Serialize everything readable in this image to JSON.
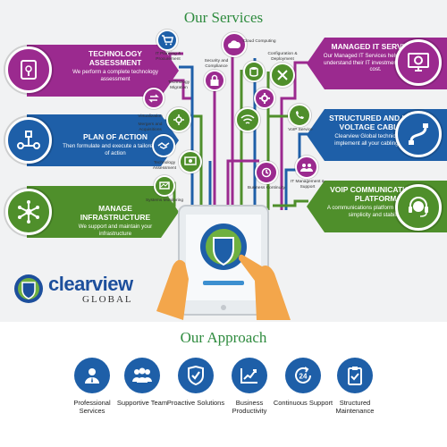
{
  "services_title": "Our Services",
  "approach_title": "Our Approach",
  "left_banners": [
    {
      "heading": "Technology Assessment",
      "desc": "We perform a complete technology assessment",
      "color": "#9b2a8f",
      "icon": "touch-screen-icon"
    },
    {
      "heading": "Plan of Action",
      "desc": "Then formulate and execute a tailored plan of action",
      "color": "#1e5fa8",
      "icon": "flowchart-icon"
    },
    {
      "heading": "Manage Infrastructure",
      "desc": "We support and maintain your infrastructure",
      "color": "#4f8f2b",
      "icon": "network-hub-icon"
    }
  ],
  "right_banners": [
    {
      "heading": "Managed IT Services",
      "desc": "Our Managed IT Services help businesses understand their IT investment and control cost.",
      "color": "#9b2a8f",
      "icon": "monitor-gear-icon"
    },
    {
      "heading": "Structured and Low-Voltage Cabling",
      "desc": "Clearview Global technicians can implement all your cabling needs.",
      "color": "#1e5fa8",
      "icon": "cable-icon"
    },
    {
      "heading": "VoIP Communications Platform",
      "desc": "A communications platform built around simplicity and stability.",
      "color": "#4f8f2b",
      "icon": "headset-icon"
    }
  ],
  "nodes": [
    {
      "label": "IT Planning & Procurement",
      "color": "#1e5fa8",
      "icon": "cart-icon"
    },
    {
      "label": "Security and Compliance",
      "color": "#9b2a8f",
      "icon": "lock-icon"
    },
    {
      "label": "Cloud Computing",
      "color": "#9b2a8f",
      "icon": "cloud-icon"
    },
    {
      "label": "Configuration & Deployment",
      "color": "#4f8f2b",
      "icon": "tools-icon"
    },
    {
      "label": "Technology Migration",
      "color": "#9b2a8f",
      "icon": "migration-icon"
    },
    {
      "label": "Virtualization",
      "color": "#4f8f2b",
      "icon": "virtualization-icon"
    },
    {
      "label": "Mergers and Acquisitions",
      "color": "#1e5fa8",
      "icon": "handshake-icon"
    },
    {
      "label": "Technology Assessment",
      "color": "#4f8f2b",
      "icon": "assessment-icon"
    },
    {
      "label": "Systems Monitoring",
      "color": "#4f8f2b",
      "icon": "monitoring-icon"
    },
    {
      "label": "VoIP Service",
      "color": "#4f8f2b",
      "icon": "voip-icon"
    },
    {
      "label": "Business Continuity",
      "color": "#9b2a8f",
      "icon": "continuity-icon"
    },
    {
      "label": "IT Management & Support",
      "color": "#9b2a8f",
      "icon": "support-icon"
    }
  ],
  "logo": {
    "word": "clearview",
    "sub": "GLOBAL",
    "color": "#1d4f9c"
  },
  "approach": [
    {
      "label": "Professional Services",
      "icon": "professional-icon"
    },
    {
      "label": "Supportive Team",
      "icon": "team-icon"
    },
    {
      "label": "Proactive Solutions",
      "icon": "shield-check-icon"
    },
    {
      "label": "Business Productivity",
      "icon": "growth-chart-icon"
    },
    {
      "label": "Continuous Support",
      "icon": "24-hour-icon"
    },
    {
      "label": "Structured Maintenance",
      "icon": "clipboard-icon"
    }
  ]
}
